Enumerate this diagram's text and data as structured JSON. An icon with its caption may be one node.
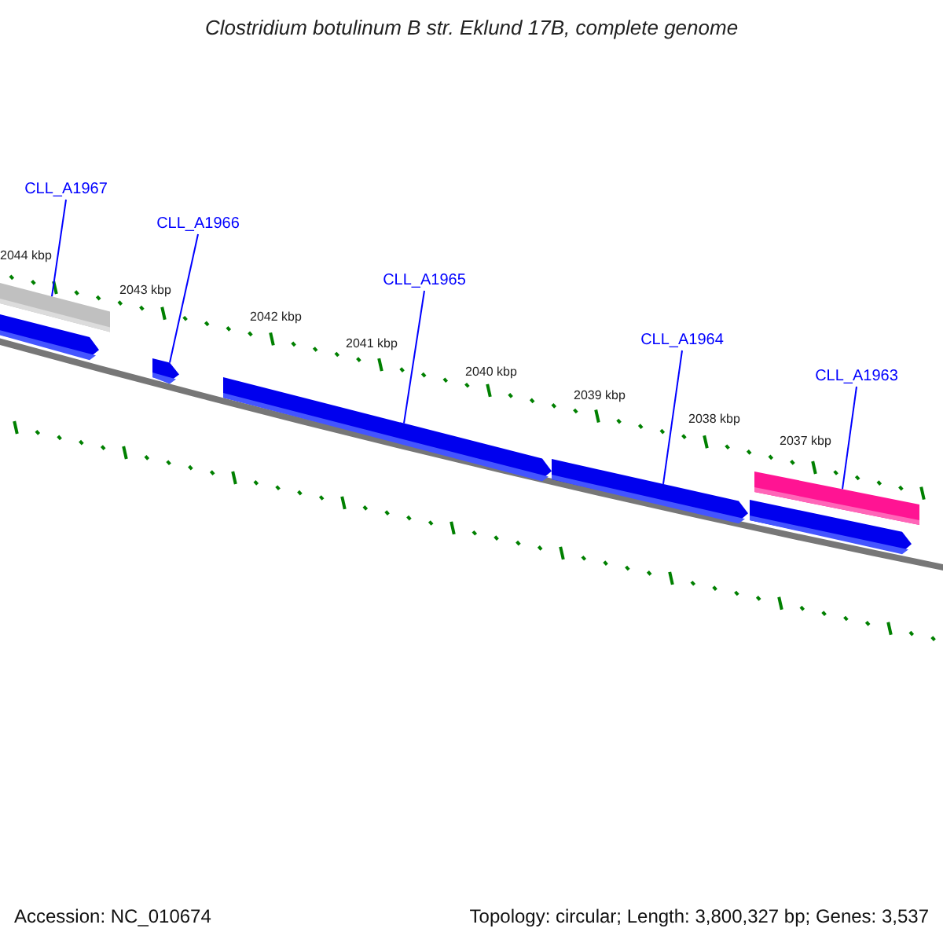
{
  "diagram": {
    "title": "Clostridium botulinum B str. Eklund 17B, complete genome",
    "nodes": [
      {
        "text": [
          "CLL_A1967"
        ]
      },
      {
        "text": [
          "CLL_A1966"
        ]
      },
      {
        "text": [
          "CLL_A1965"
        ]
      },
      {
        "text": [
          "CLL_A1964"
        ]
      },
      {
        "text": [
          "CLL_A1963"
        ]
      },
      {
        "text": [],
        "shape": "pentagon"
      },
      {
        "text": [],
        "shape": "bar"
      },
      {
        "text": [],
        "shape": "pentagon"
      },
      {
        "text": [],
        "shape": "pentagon"
      },
      {
        "text": [],
        "shape": "pentagon"
      },
      {
        "text": [],
        "shape": "pentagon"
      },
      {
        "text": [],
        "shape": "bar"
      }
    ],
    "edges": [
      {
        "from": 0,
        "to": 6,
        "arrow": "none"
      },
      {
        "from": 1,
        "to": 7,
        "arrow": "none"
      },
      {
        "from": 2,
        "to": 8,
        "arrow": "none"
      },
      {
        "from": 3,
        "to": 9,
        "arrow": "none"
      },
      {
        "from": 4,
        "to": 11,
        "arrow": "none"
      }
    ],
    "labels": [
      "2044 kbp",
      "2043 kbp",
      "2042 kbp",
      "2041 kbp",
      "2040 kbp",
      "2039 kbp",
      "2038 kbp",
      "2037 kbp",
      "Accession: NC_010674",
      "Topology: circular; Length: 3,800,327 bp; Genes: 3,537"
    ]
  }
}
